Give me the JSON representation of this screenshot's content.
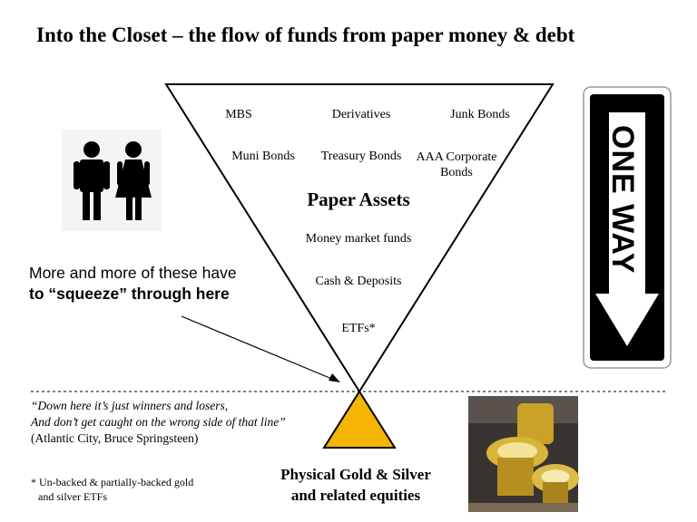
{
  "title": "Into the Closet – the flow of funds from paper money & debt",
  "funnel": {
    "row1": [
      "MBS",
      "Derivatives",
      "Junk Bonds"
    ],
    "row2": [
      "Muni Bonds",
      "Treasury Bonds",
      "AAA Corporate Bonds"
    ],
    "center_title": "Paper Assets",
    "items": [
      "Money market funds",
      "Cash & Deposits",
      "ETFs*"
    ]
  },
  "annotation": {
    "line1": "More and more of these have",
    "line2": "to “squeeze” through here"
  },
  "sign": {
    "text": "ONE WAY"
  },
  "quote": {
    "line1": "“Down here it’s just winners and losers,",
    "line2": "And don’t get caught on the wrong side of that line”",
    "attribution": "(Atlantic City, Bruce Springsteen)"
  },
  "footnote": {
    "line1": "* Un-backed & partially-backed gold",
    "line2": "and silver ETFs"
  },
  "bottom": {
    "line1": "Physical Gold & Silver",
    "line2": "and related equities"
  },
  "colors": {
    "gold_triangle": "#f4b400",
    "sign_black": "#000000",
    "restroom_icon": "#000000"
  },
  "icons": [
    "restroom-people-icon",
    "one-way-sign-icon",
    "gold-toilet-image"
  ]
}
